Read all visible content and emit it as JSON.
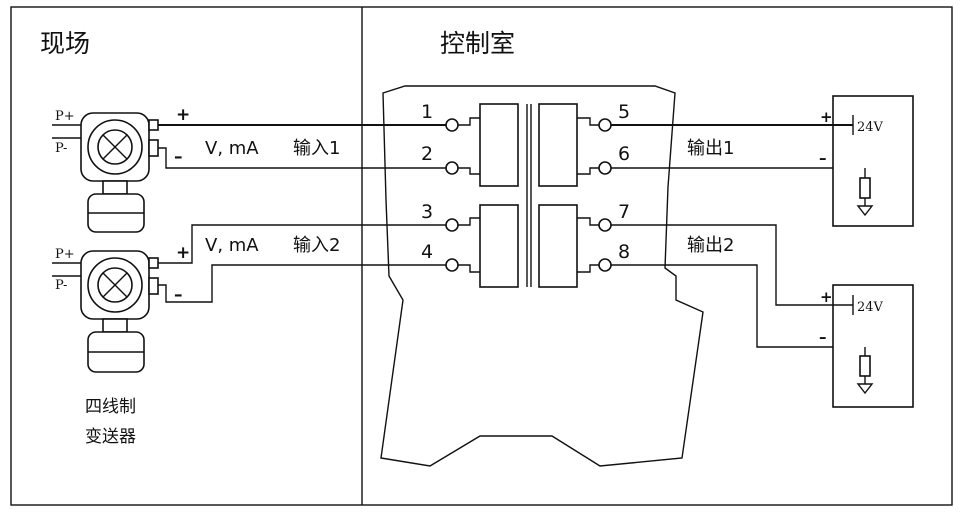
{
  "zones": {
    "field": "现场",
    "control_room": "控制室"
  },
  "transmitters": [
    {
      "p_plus": "P+",
      "p_minus": "P-",
      "plus": "+",
      "minus": "–",
      "signal": "V, mA",
      "input": "输入1"
    },
    {
      "p_plus": "P+",
      "p_minus": "P-",
      "plus": "+",
      "minus": "–",
      "signal": "V, mA",
      "input": "输入2"
    }
  ],
  "transmitter_caption": [
    "四线制",
    "变送器"
  ],
  "terminals": [
    "1",
    "2",
    "3",
    "4",
    "5",
    "6",
    "7",
    "8"
  ],
  "outputs": [
    {
      "label": "输出1",
      "plus": "+",
      "minus": "–",
      "supply": "24V"
    },
    {
      "label": "输出2",
      "plus": "+",
      "minus": "–",
      "supply": "24V"
    }
  ]
}
